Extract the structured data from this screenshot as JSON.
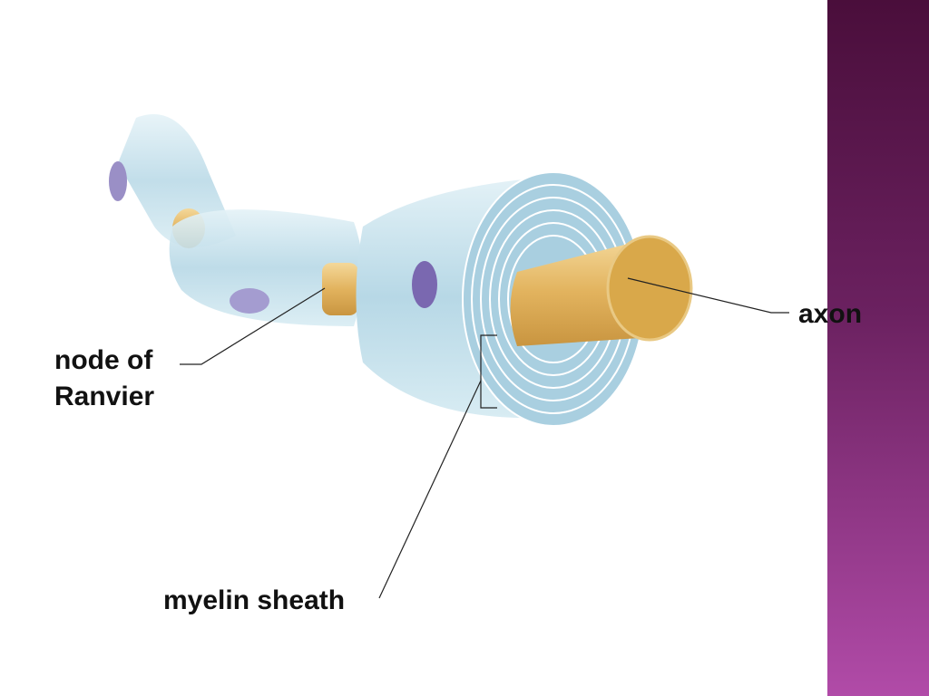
{
  "labels": {
    "axon": "axon",
    "node_line1": "node of",
    "node_line2": "Ranvier",
    "myelin": "myelin sheath"
  },
  "colors": {
    "sidebar_top": "#4a0e3b",
    "sidebar_bottom": "#b14ba8",
    "myelin": "#bcdce9",
    "axon": "#e6b865"
  }
}
